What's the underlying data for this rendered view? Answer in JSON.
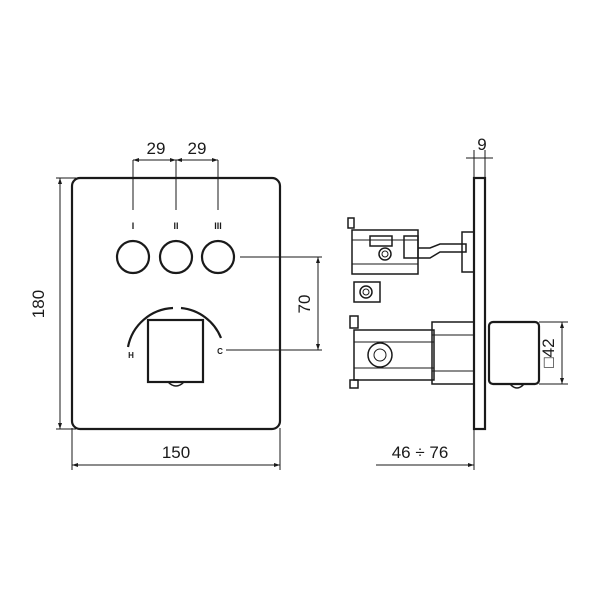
{
  "front_view": {
    "spacing_1": "29",
    "spacing_2": "29",
    "button_labels": [
      "I",
      "II",
      "III"
    ],
    "height": "180",
    "width": "150",
    "handle_offset": "70",
    "hot_label": "H",
    "cold_label": "C"
  },
  "side_view": {
    "plate_thickness": "9",
    "depth_range": "46 ÷ 76",
    "handle_size": "□42"
  }
}
